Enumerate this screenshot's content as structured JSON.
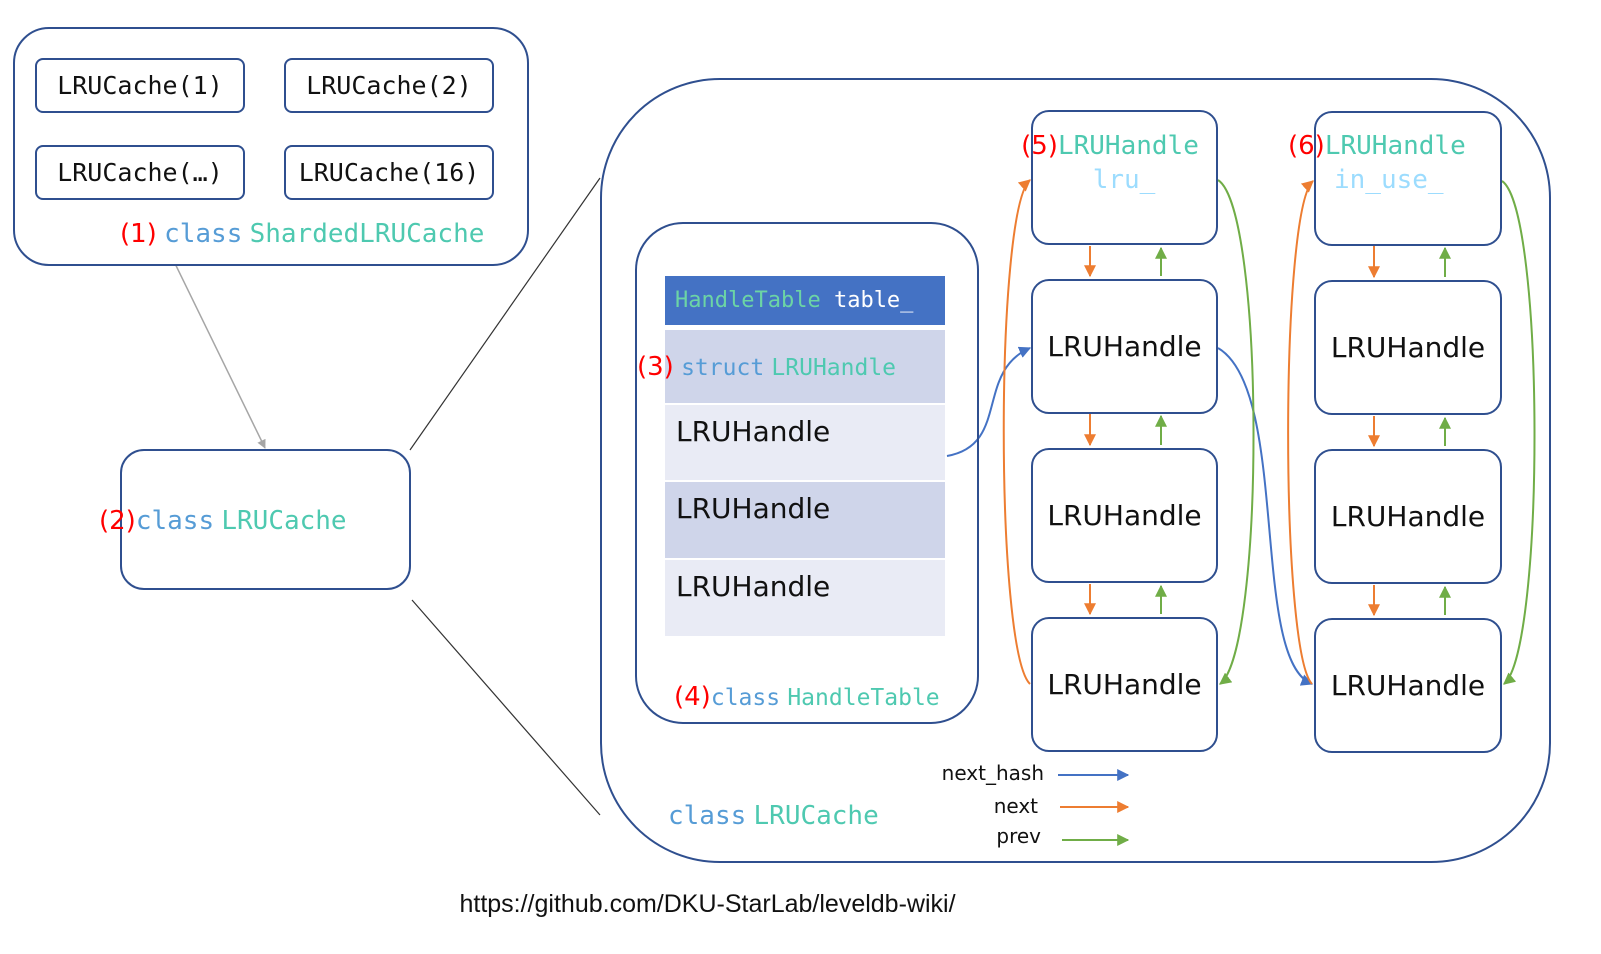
{
  "sharded": {
    "caches": [
      "LRUCache(1)",
      "LRUCache(2)",
      "LRUCache(…)",
      "LRUCache(16)"
    ],
    "marker": "(1)",
    "keyword": "class",
    "name": "ShardedLRUCache"
  },
  "lrucache_small": {
    "marker": "(2)",
    "keyword": "class",
    "name": "LRUCache"
  },
  "handle_table": {
    "header_type": "HandleTable",
    "header_var": "table_",
    "struct_marker": "(3)",
    "struct_keyword": "struct",
    "struct_name": "LRUHandle",
    "rows": [
      "LRUHandle",
      "LRUHandle",
      "LRUHandle"
    ],
    "marker": "(4)",
    "keyword": "class",
    "name": "HandleTable"
  },
  "lru_list": {
    "marker": "(5)",
    "type": "LRUHandle",
    "var": "lru_",
    "nodes": [
      "LRUHandle",
      "LRUHandle",
      "LRUHandle"
    ]
  },
  "in_use_list": {
    "marker": "(6)",
    "type": "LRUHandle",
    "var": "in_use_",
    "nodes": [
      "LRUHandle",
      "LRUHandle",
      "LRUHandle"
    ]
  },
  "lrucache_big": {
    "keyword": "class",
    "name": "LRUCache"
  },
  "legend": [
    {
      "label": "next_hash",
      "color": "#4472c4"
    },
    {
      "label": "next",
      "color": "#ed7d31"
    },
    {
      "label": "prev",
      "color": "#70ad47"
    }
  ],
  "footer": "https://github.com/DKU-StarLab/leveldb-wiki/"
}
